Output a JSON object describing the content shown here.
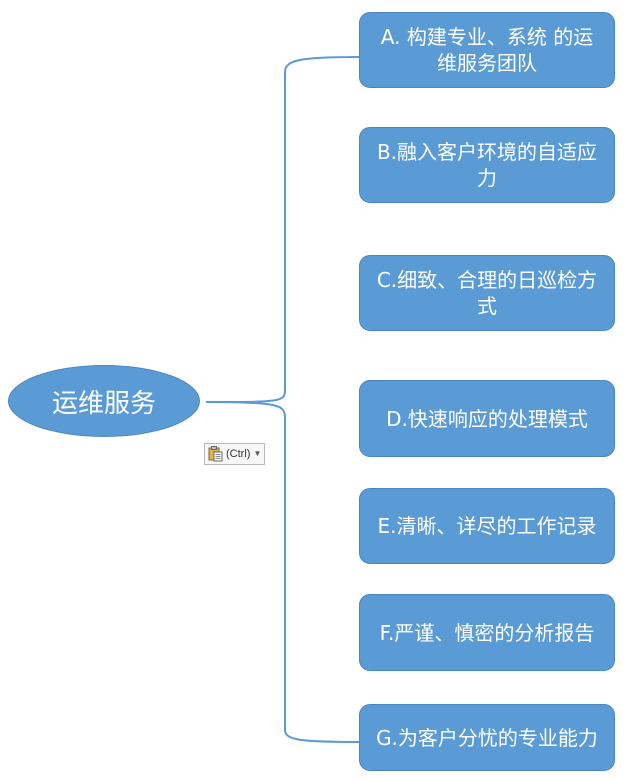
{
  "diagram": {
    "root": {
      "label": "运维服务"
    },
    "nodes": [
      {
        "id": "a",
        "label": "A. 构建专业、系统 的运维服务团队"
      },
      {
        "id": "b",
        "label": "B.融入客户环境的自适应力"
      },
      {
        "id": "c",
        "label": "C.细致、合理的日巡检方式"
      },
      {
        "id": "d",
        "label": "D.快速响应的处理模式"
      },
      {
        "id": "e",
        "label": "E.清晰、详尽的工作记录"
      },
      {
        "id": "f",
        "label": "F.严谨、慎密的分析报告"
      },
      {
        "id": "g",
        "label": "G.为客户分忧的专业能力"
      }
    ],
    "colors": {
      "node_fill": "#5b9bd5",
      "node_border": "#4a86c0",
      "connector": "#5b9bd5",
      "text": "#ffffff"
    }
  },
  "paste_options": {
    "label": "(Ctrl)",
    "icon": "clipboard-paste-icon"
  }
}
